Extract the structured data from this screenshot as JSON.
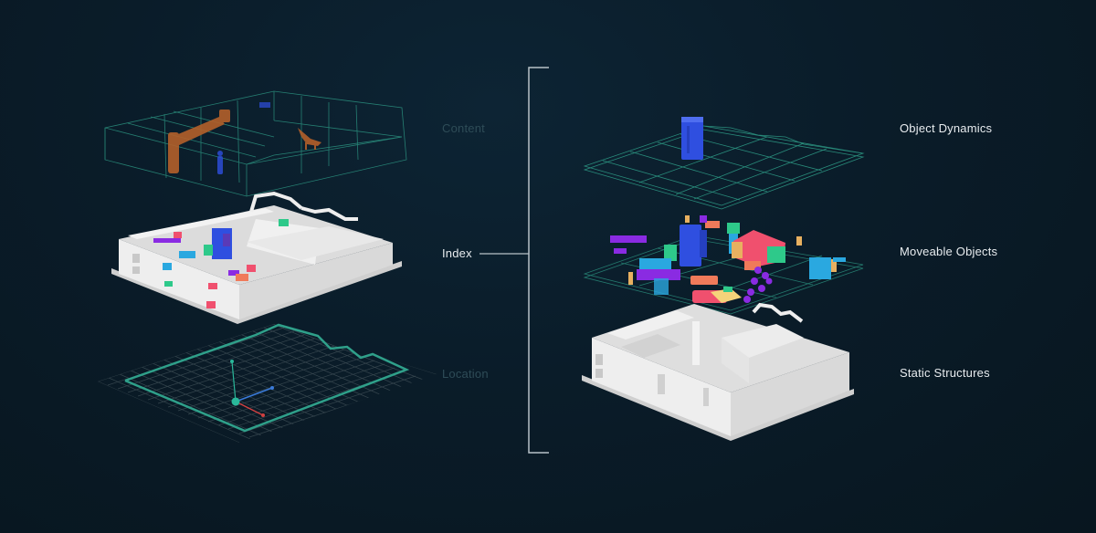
{
  "diagram": {
    "left_column": {
      "layers": [
        {
          "id": "content",
          "label": "Content",
          "emphasis": "dim"
        },
        {
          "id": "index",
          "label": "Index",
          "emphasis": "bright"
        },
        {
          "id": "location",
          "label": "Location",
          "emphasis": "dim"
        }
      ]
    },
    "right_column": {
      "layers": [
        {
          "id": "object-dynamics",
          "label": "Object Dynamics",
          "emphasis": "bright"
        },
        {
          "id": "moveable-objects",
          "label": "Moveable Objects",
          "emphasis": "bright"
        },
        {
          "id": "static-structures",
          "label": "Static Structures",
          "emphasis": "bright"
        }
      ]
    },
    "connector": {
      "from": "Index",
      "to": "right_column bracket"
    },
    "colors": {
      "background": "#0a1c29",
      "wireframe": "#2fa08a",
      "grid": "#3a4a52",
      "model_white": "#e6e6e6",
      "robot_orange": "#b3602a",
      "object_blue": "#2f4fe0",
      "object_magenta": "#8a2be2",
      "object_pink": "#f0506e",
      "object_green": "#2ec98a",
      "bracket": "#b8c2c8",
      "axis_red": "#d04040",
      "axis_blue": "#3a7ad8",
      "axis_green": "#2ab89a"
    }
  }
}
